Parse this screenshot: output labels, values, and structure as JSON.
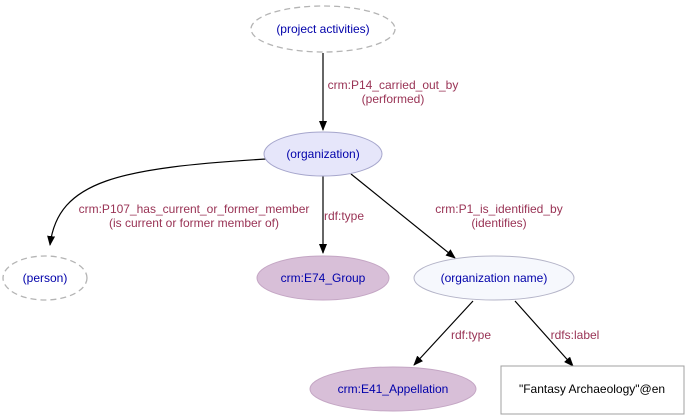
{
  "colors": {
    "node_text": "#0000aa",
    "edge_text": "#993355",
    "literal_text": "#000000",
    "edge_line": "#000000",
    "dashed_stroke": "#b4b4b4",
    "org_fill": "#e6e6fa",
    "org_stroke": "#a6a6cc",
    "class_fill": "#d8bfd8",
    "class_stroke": "#c4a6c4",
    "name_fill": "#f6f8fd",
    "name_stroke": "#b4b4c8",
    "literal_fill": "#ffffff",
    "literal_stroke": "#a0a0a0"
  },
  "nodes": {
    "project_activities": "(project activities)",
    "organization": "(organization)",
    "person": "(person)",
    "e74_group": "crm:E74_Group",
    "organization_name": "(organization name)",
    "e41_appellation": "crm:E41_Appellation",
    "literal": "\"Fantasy Archaeology\"@en"
  },
  "edges": {
    "p14": {
      "line1": "crm:P14_carried_out_by",
      "line2": "(performed)"
    },
    "p107": {
      "line1": "crm:P107_has_current_or_former_member",
      "line2": "(is current or former member of)"
    },
    "type_group": {
      "line1": "rdf:type"
    },
    "p1": {
      "line1": "crm:P1_is_identified_by",
      "line2": "(identifies)"
    },
    "type_appellation": {
      "line1": "rdf:type"
    },
    "label": {
      "line1": "rdfs:label"
    }
  }
}
